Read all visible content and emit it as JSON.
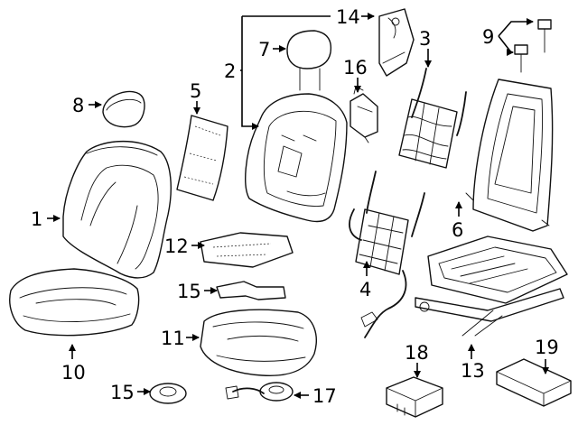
{
  "diagram": {
    "callouts": [
      {
        "id": "1",
        "text": "1"
      },
      {
        "id": "2",
        "text": "2"
      },
      {
        "id": "3",
        "text": "3"
      },
      {
        "id": "4",
        "text": "4"
      },
      {
        "id": "5",
        "text": "5"
      },
      {
        "id": "6",
        "text": "6"
      },
      {
        "id": "7",
        "text": "7"
      },
      {
        "id": "8",
        "text": "8"
      },
      {
        "id": "9",
        "text": "9"
      },
      {
        "id": "10",
        "text": "10"
      },
      {
        "id": "11",
        "text": "11"
      },
      {
        "id": "12",
        "text": "12"
      },
      {
        "id": "13",
        "text": "13"
      },
      {
        "id": "14",
        "text": "14"
      },
      {
        "id": "15a",
        "text": "15"
      },
      {
        "id": "15b",
        "text": "15"
      },
      {
        "id": "16",
        "text": "16"
      },
      {
        "id": "17",
        "text": "17"
      },
      {
        "id": "18",
        "text": "18"
      },
      {
        "id": "19",
        "text": "19"
      }
    ]
  }
}
